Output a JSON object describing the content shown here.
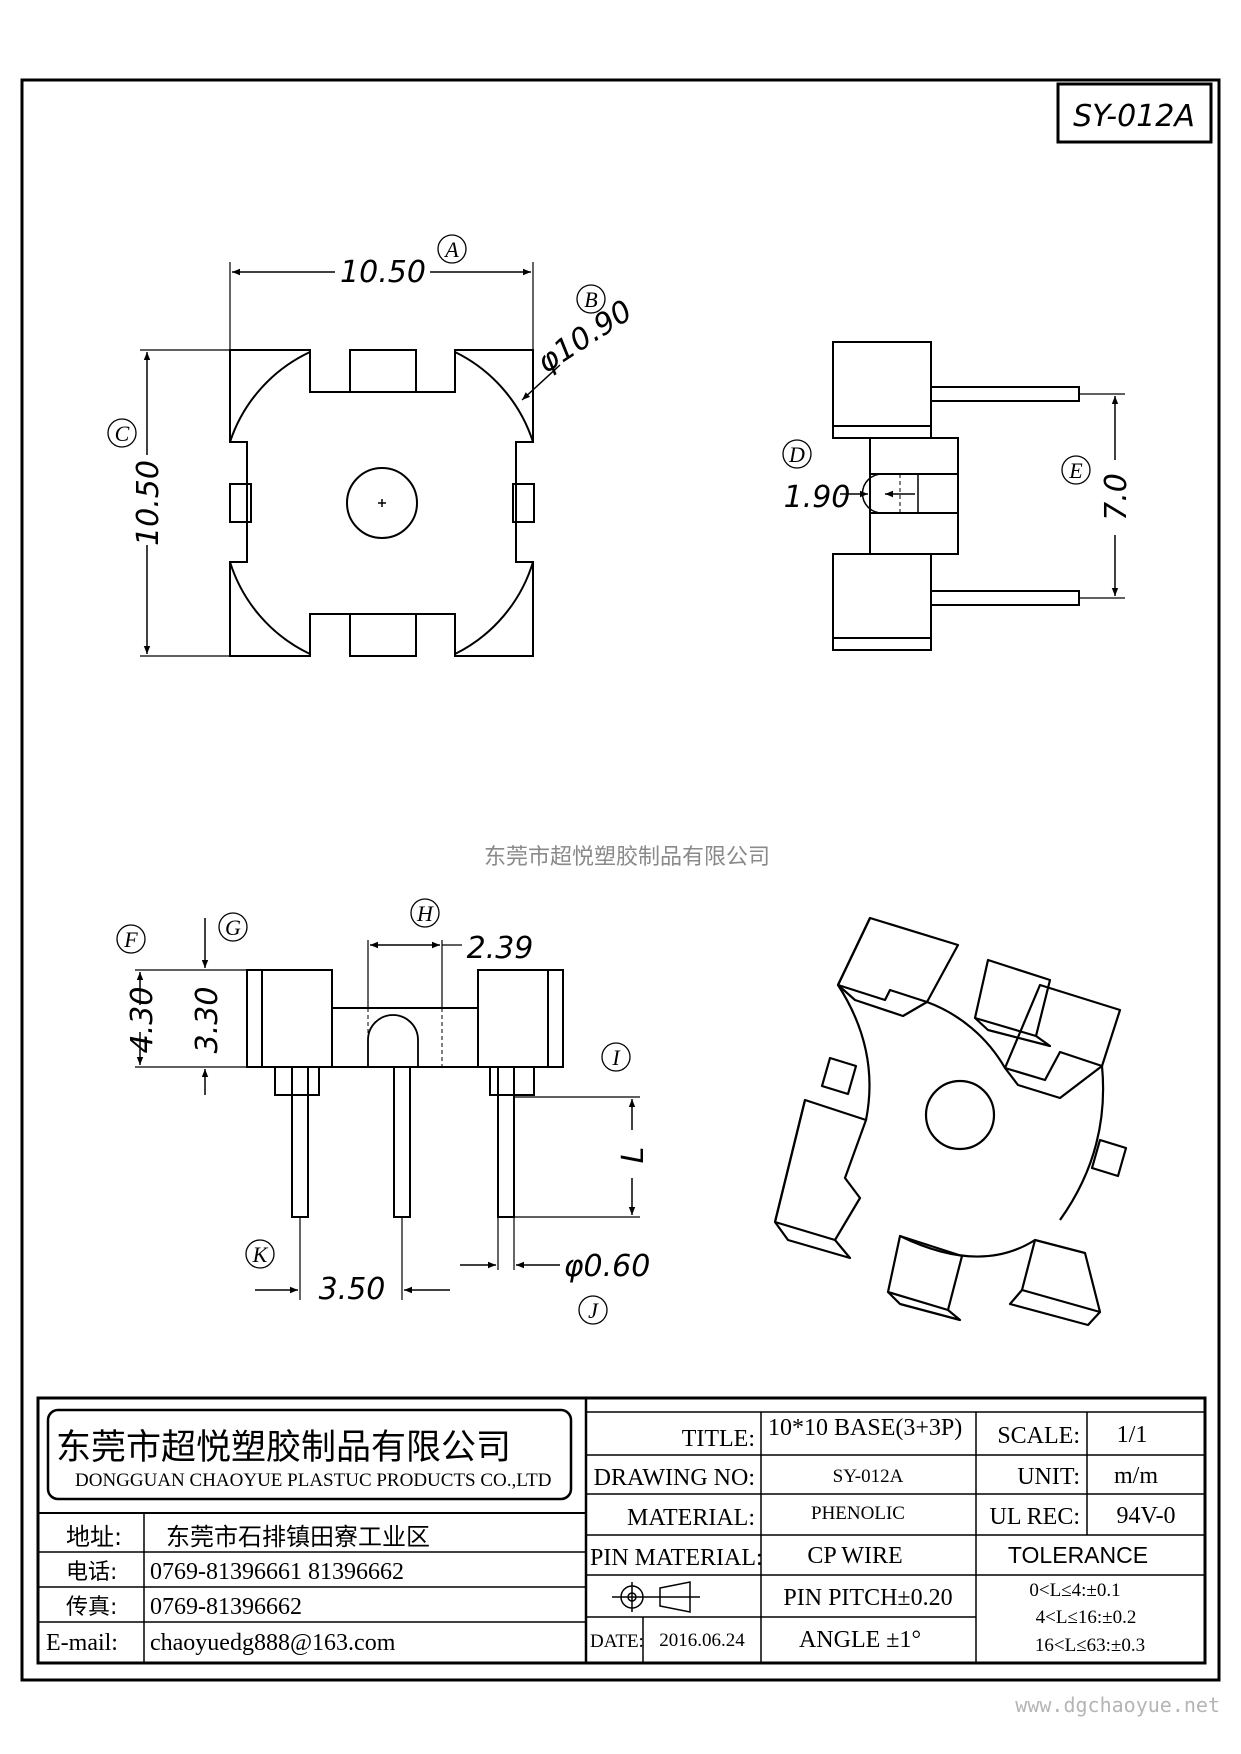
{
  "drawing_code": "SY-012A",
  "watermark": "东莞市超悦塑胶制品有限公司",
  "website": "www.dgchaoyue.net",
  "dimensions": {
    "A": "10.50",
    "B": "φ10.90",
    "C": "10.50",
    "D": "1.90",
    "E": "7.0",
    "F": "4.30",
    "G": "3.30",
    "H": "2.39",
    "I": "L",
    "K": "3.50",
    "J": "φ0.60"
  },
  "callouts": [
    "A",
    "B",
    "C",
    "D",
    "E",
    "F",
    "G",
    "H",
    "I",
    "J",
    "K"
  ],
  "company": {
    "name_cn": "东莞市超悦塑胶制品有限公司",
    "name_en": "DONGGUAN CHAOYUE PLASTUC PRODUCTS CO.,LTD",
    "address_label": "地址:",
    "address": "东莞市石排镇田寮工业区",
    "phone_label": "电话:",
    "phone": "0769-81396661   81396662",
    "fax_label": "传真:",
    "fax": "0769-81396662",
    "email_label": "E-mail:",
    "email": "chaoyuedg888@163.com"
  },
  "title_block": {
    "title_label": "TITLE:",
    "title": "10*10 BASE(3+3P)",
    "drawing_no_label": "DRAWING NO:",
    "drawing_no": "SY-012A",
    "material_label": "MATERIAL:",
    "material": "PHENOLIC",
    "pin_material_label": "PIN MATERIAL:",
    "pin_material": "CP WIRE",
    "pin_pitch": "PIN PITCH±0.20",
    "angle": "ANGLE  ±1°",
    "date_label": "DATE:",
    "date": "2016.06.24",
    "scale_label": "SCALE:",
    "scale": "1/1",
    "unit_label": "UNIT:",
    "unit": "m/m",
    "ul_label": "UL REC:",
    "ul": "94V-0",
    "tolerance_label": "TOLERANCE",
    "tolerance": [
      "0<L≤4:±0.1",
      "4<L≤16:±0.2",
      "16<L≤63:±0.3"
    ]
  }
}
